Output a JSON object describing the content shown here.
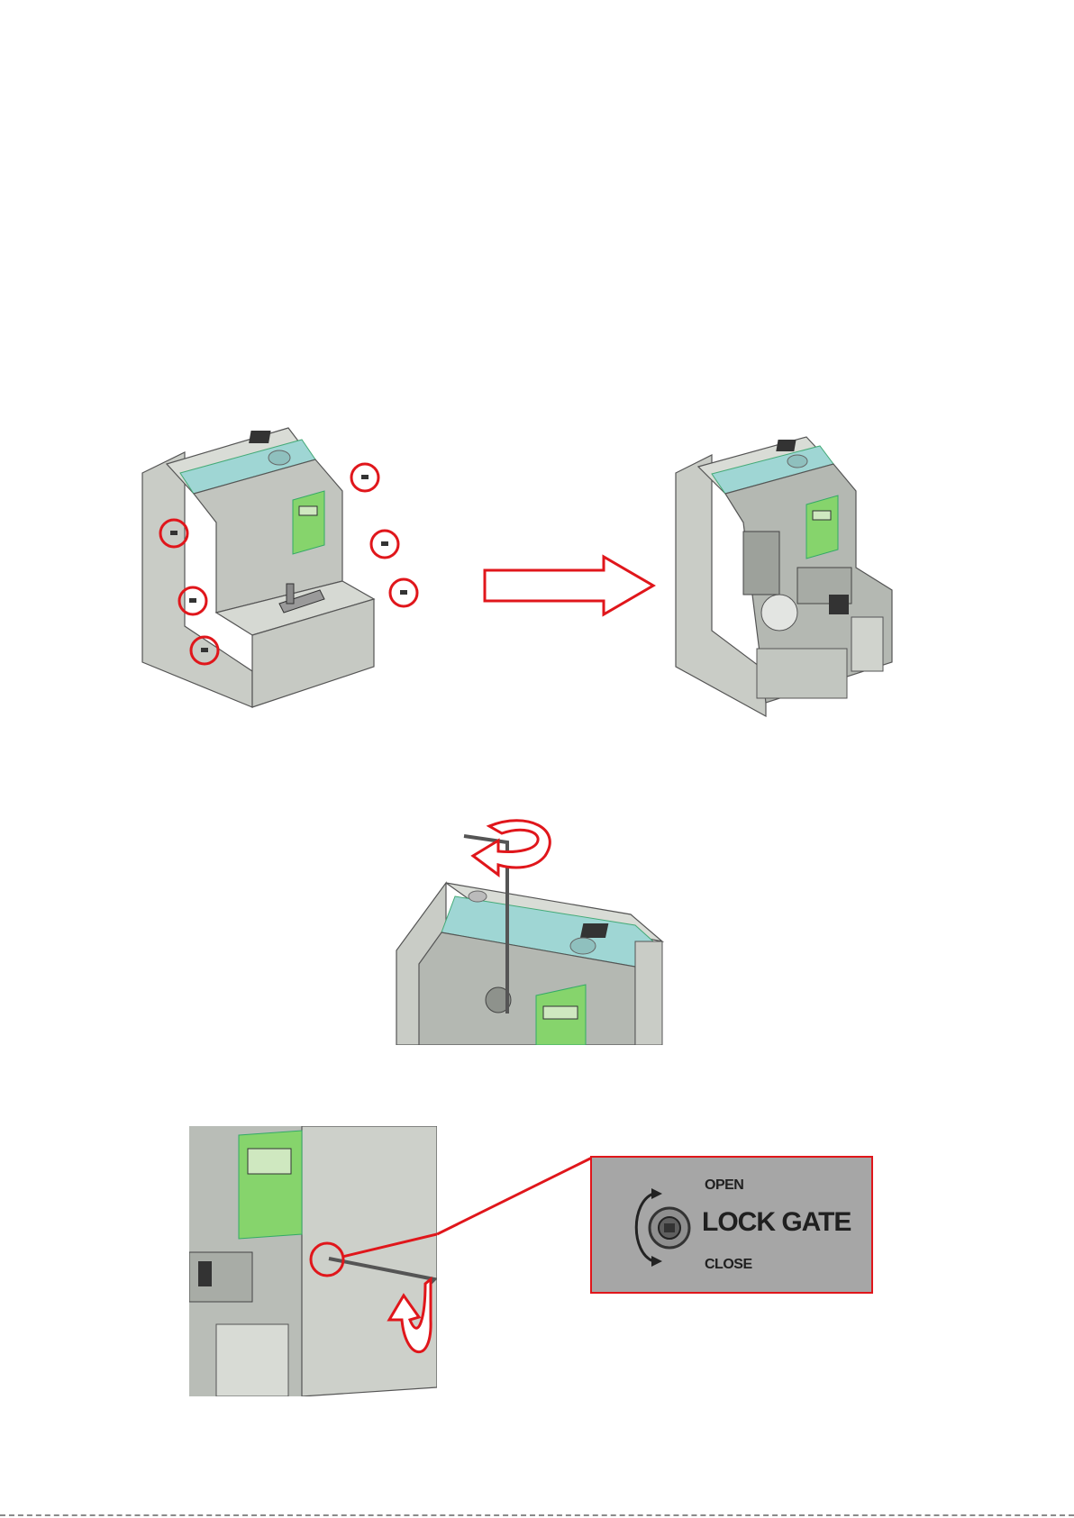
{
  "lock_gate_label": {
    "open": "OPEN",
    "title": "LOCK GATE",
    "close": "CLOSE"
  },
  "colors": {
    "highlight": "#e0161b",
    "lid": "#9fd6d4",
    "body": "#d2d6d0",
    "controller": "#7ed86a"
  }
}
